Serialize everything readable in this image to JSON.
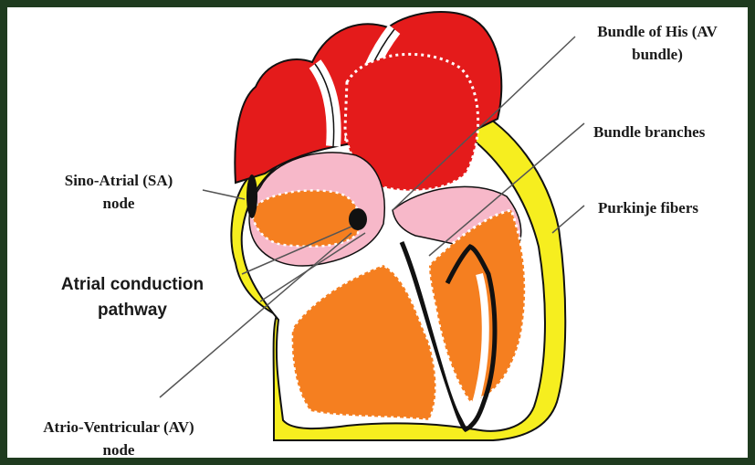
{
  "labels": {
    "bundle_of_his": [
      "Bundle of His (AV",
      "bundle)"
    ],
    "bundle_branches": "Bundle branches",
    "purkinje_fibers": "Purkinje fibers",
    "sa_node": [
      "Sino-Atrial (SA)",
      "node"
    ],
    "atrial_pathway": [
      "Atrial conduction",
      "pathway"
    ],
    "av_node": [
      "Atrio-Ventricular (AV)",
      "node"
    ]
  },
  "colors": {
    "frame": "#1f3b1f",
    "atria": "#e41b1b",
    "atrial_walls": "#f7b8c9",
    "ventricles": "#f57f20",
    "myocardium": "#f6ee1f",
    "outline": "#111111"
  }
}
